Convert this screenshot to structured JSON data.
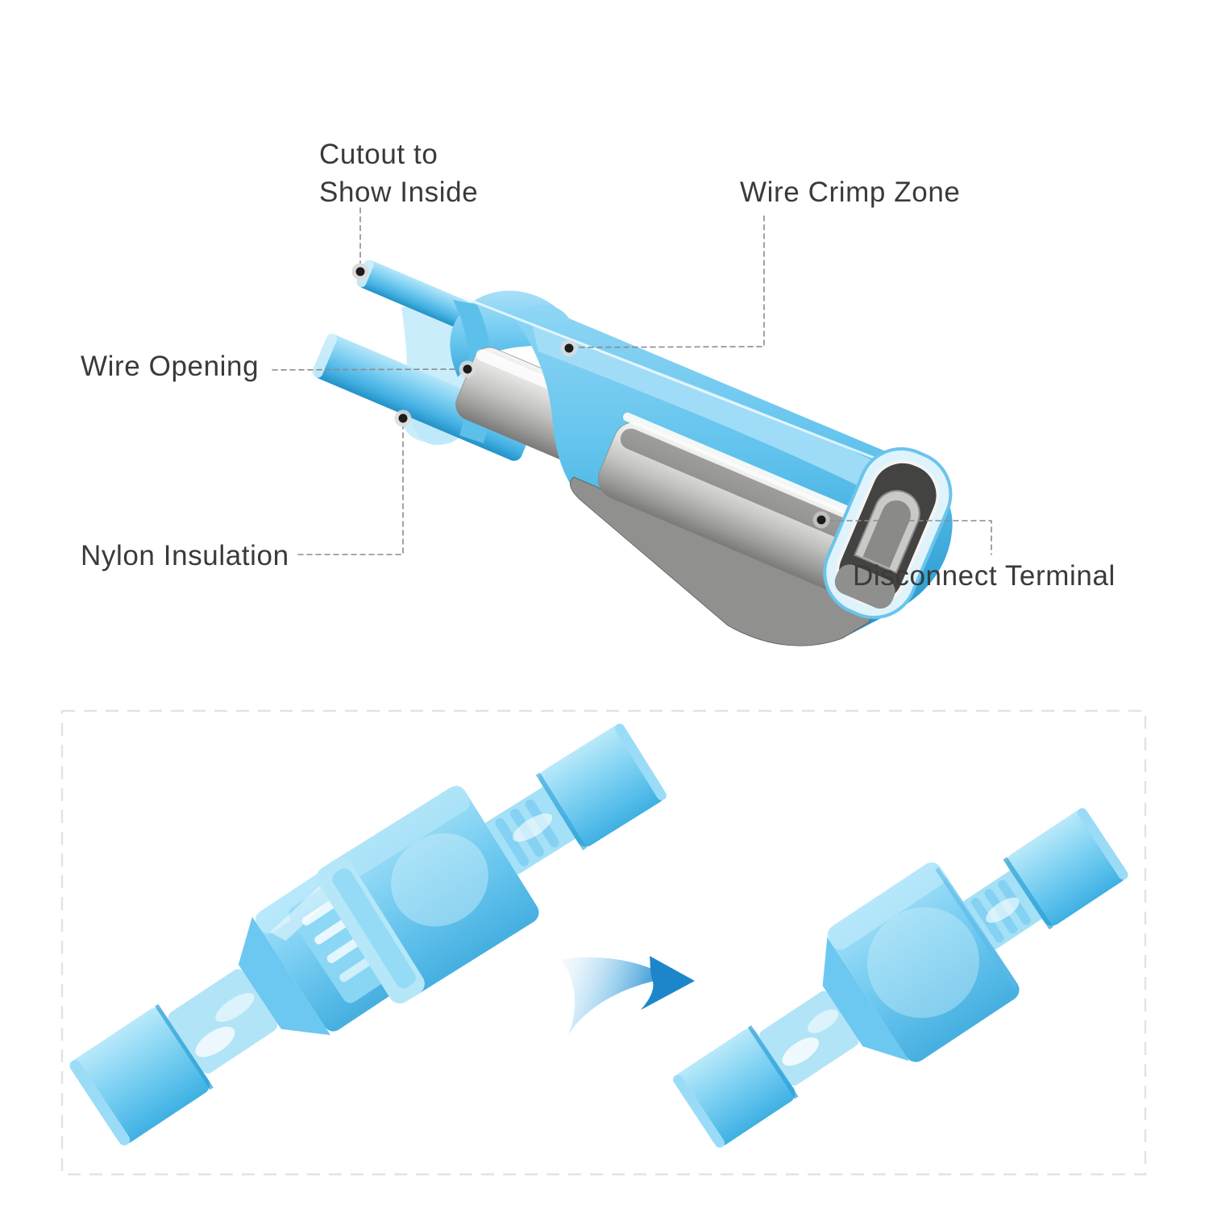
{
  "figure": {
    "type": "product-diagram",
    "subject": "Nylon fully-insulated quick disconnect terminal cutaway with assembly panel"
  },
  "labels": {
    "cutout_line1": "Cutout to",
    "cutout_line2": "Show Inside",
    "wire_crimp_zone": "Wire Crimp Zone",
    "wire_opening": "Wire Opening",
    "nylon_insulation": "Nylon Insulation",
    "disconnect_terminal": "Disconnect Terminal"
  },
  "assembly_panel": {
    "arrow_icon": "arrow-right-swoosh",
    "items": [
      "female-terminal",
      "male-terminal",
      "joined-terminals"
    ]
  },
  "colors": {
    "label_text": "#3a3a3a",
    "leader_line": "#8c8c8c",
    "callout_dot": "#1c1c1c",
    "callout_dot_halo": "#dcdcdc",
    "nylon_blue_light": "#a9e0f8",
    "nylon_blue": "#5fc2ec",
    "nylon_blue_dark": "#2a9ccf",
    "metal_silver": "#c2c2c0",
    "metal_dark": "#3a3a38",
    "panel_border": "#e3e3e3",
    "arrow_blue": "#1d86cb",
    "background": "#ffffff"
  }
}
